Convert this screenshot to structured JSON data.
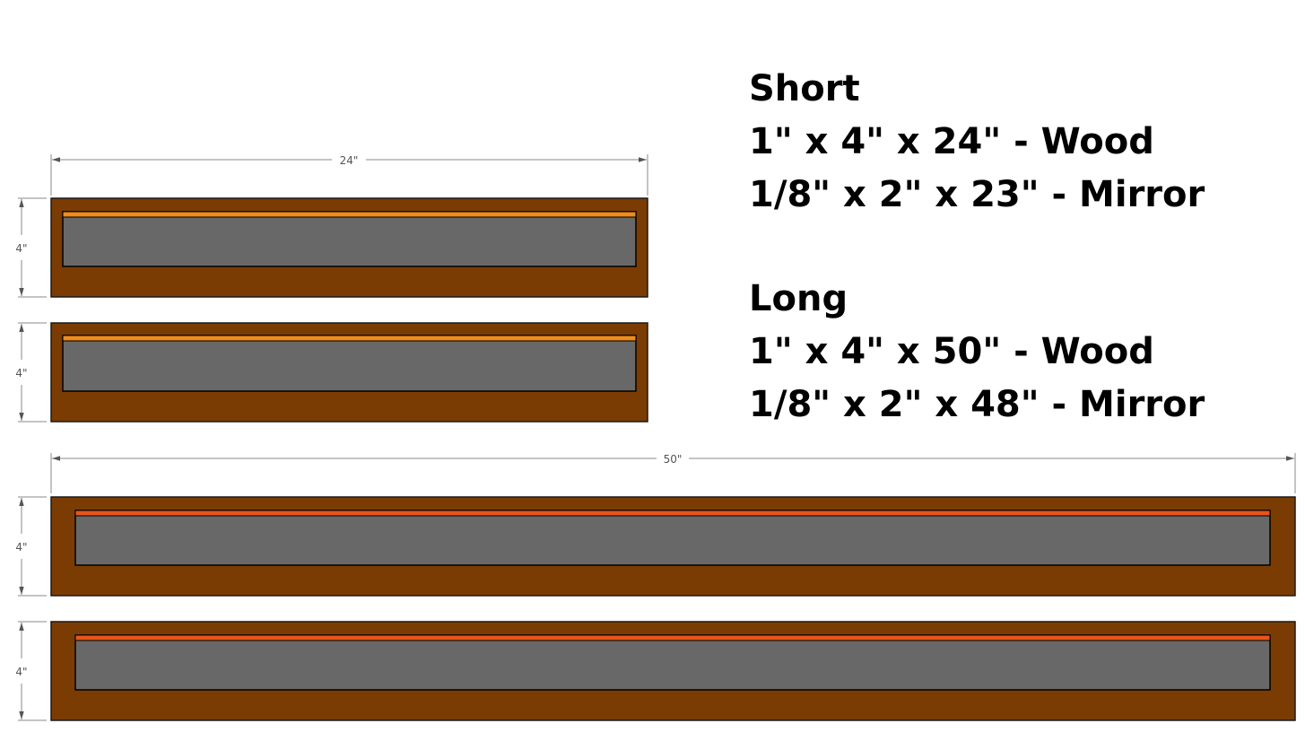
{
  "colors": {
    "wood": "#7b3c03",
    "mirror": "#686868",
    "strip_short": "#f08c1a",
    "strip_long": "#e8541a",
    "dimension_line": "#888888"
  },
  "dimensions": {
    "short_length": "24\"",
    "long_length": "50\"",
    "height": "4\""
  },
  "specs": {
    "short": {
      "title": "Short",
      "wood": "1\" x 4\" x 24\" - Wood",
      "mirror": "1/8\" x 2\" x 23\" - Mirror"
    },
    "long": {
      "title": "Long",
      "wood": "1\" x 4\" x 50\" - Wood",
      "mirror": "1/8\" x 2\" x 48\" - Mirror"
    }
  }
}
